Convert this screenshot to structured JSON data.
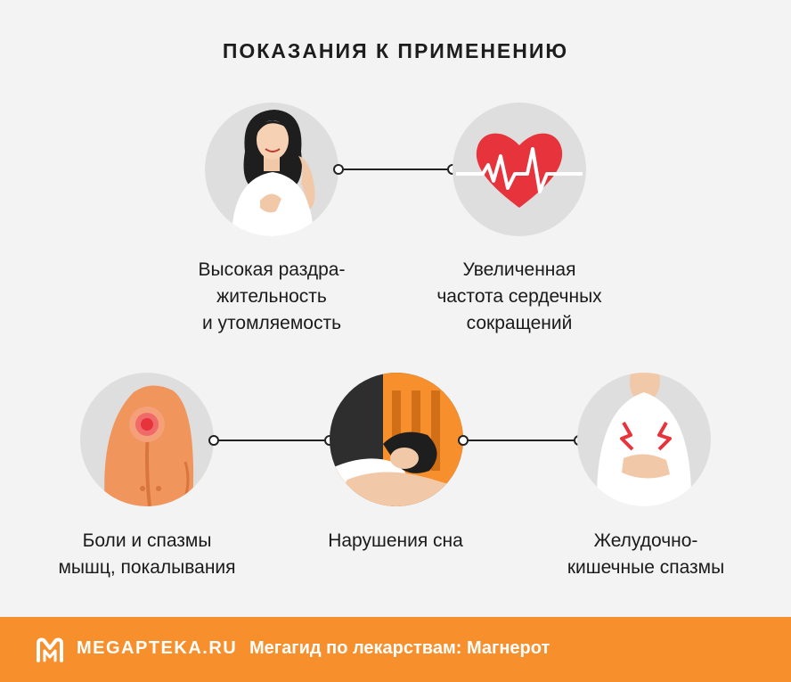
{
  "title": "ПОКАЗАНИЯ К ПРИМЕНЕНИЮ",
  "items": [
    {
      "id": "irritability",
      "icon": "woman-irritated-icon",
      "caption": [
        "Высокая раздра-",
        "жительность",
        "и утомляемость"
      ]
    },
    {
      "id": "heart-rate",
      "icon": "heart-pulse-icon",
      "caption": [
        "Увеличенная",
        "частота сердечных",
        "сокращений"
      ]
    },
    {
      "id": "muscle-pain",
      "icon": "back-pain-icon",
      "caption": [
        "Боли и спазмы",
        "мышц, покалывания"
      ]
    },
    {
      "id": "sleep",
      "icon": "sleeping-person-icon",
      "caption": [
        "Нарушения сна"
      ]
    },
    {
      "id": "gi-spasms",
      "icon": "stomach-ache-icon",
      "caption": [
        "Желудочно-",
        "кишечные спазмы"
      ]
    }
  ],
  "colors": {
    "accent": "#f7902c",
    "circle_bg": "#dedede",
    "heart": "#e7333b"
  },
  "footer": {
    "logo_icon": "megapteka-logo-icon",
    "brand": "MEGAPTEKA.RU",
    "tagline": "Мегагид по лекарствам: Магнерот"
  }
}
